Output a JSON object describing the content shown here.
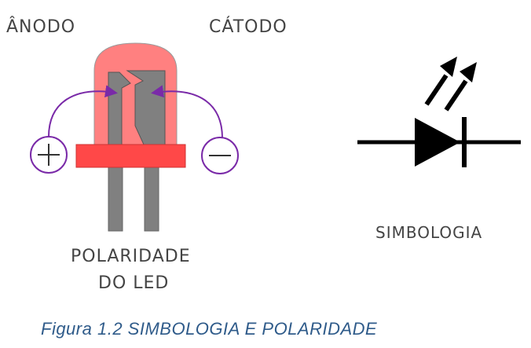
{
  "labels": {
    "anode": "ÂNODO",
    "cathode": "CÁTODO",
    "polarity_line1": "POLARIDADE",
    "polarity_line2": "DO LED",
    "symbology": "SIMBOLOGIA"
  },
  "caption": "Figura 1.2 SIMBOLOGIA E POLARIDADE",
  "colors": {
    "led_body": "#ff8080",
    "flange": "#ff4848",
    "metal": "#808080",
    "arrow": "#7a2aa8",
    "symbol": "#000000"
  }
}
